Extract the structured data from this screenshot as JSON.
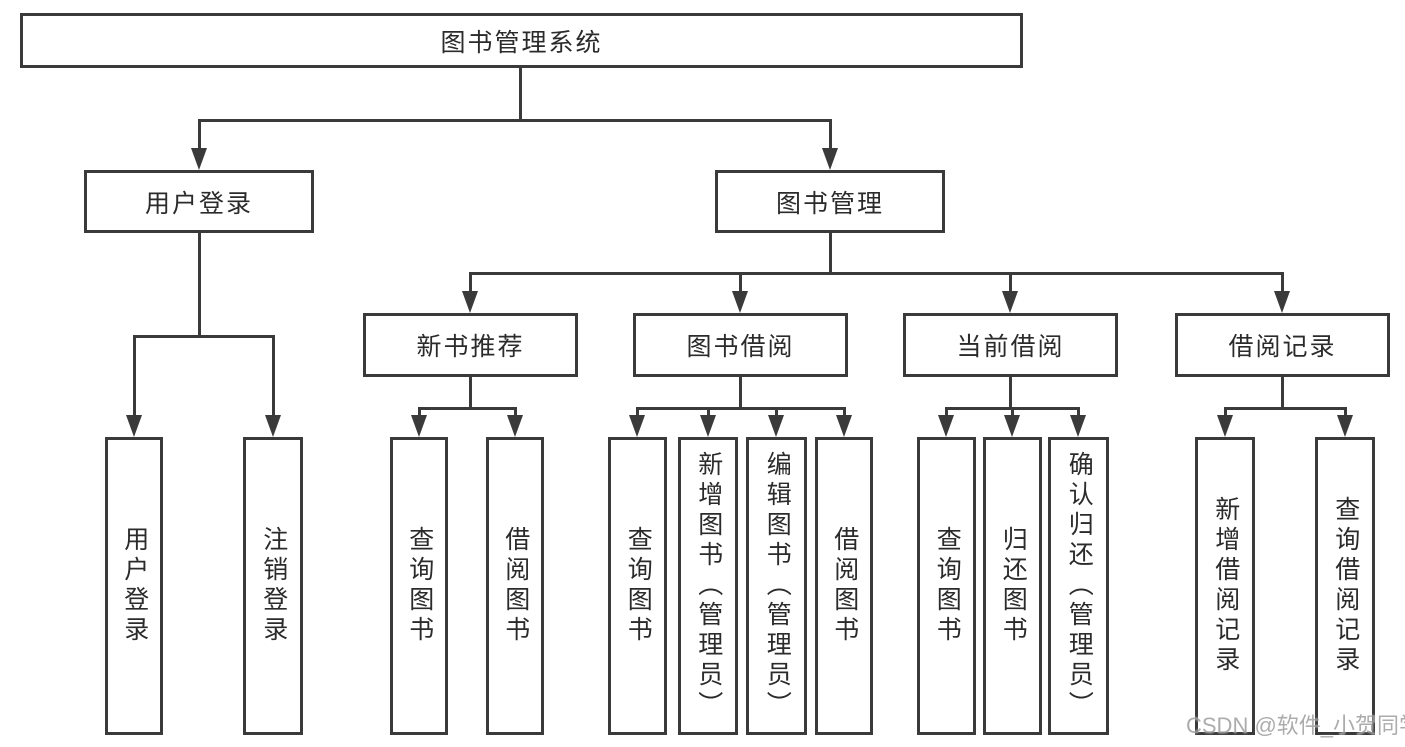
{
  "tree": {
    "root": {
      "label": "图书管理系统"
    },
    "branches": [
      {
        "label": "用户登录",
        "children": [
          {
            "label": "用户登录"
          },
          {
            "label": "注销登录"
          }
        ]
      },
      {
        "label": "图书管理",
        "children": [
          {
            "label": "新书推荐",
            "children": [
              {
                "label": "查询图书"
              },
              {
                "label": "借阅图书"
              }
            ]
          },
          {
            "label": "图书借阅",
            "children": [
              {
                "label": "查询图书"
              },
              {
                "label": "新增图书（管理员）"
              },
              {
                "label": "编辑图书（管理员）"
              },
              {
                "label": "借阅图书"
              }
            ]
          },
          {
            "label": "当前借阅",
            "children": [
              {
                "label": "查询图书"
              },
              {
                "label": "归还图书"
              },
              {
                "label": "确认归还（管理员）"
              }
            ]
          },
          {
            "label": "借阅记录",
            "children": [
              {
                "label": "新增借阅记录"
              },
              {
                "label": "查询借阅记录"
              }
            ]
          }
        ]
      }
    ]
  },
  "watermark": {
    "text": "CSDN @软件_小贺同学"
  },
  "colors": {
    "line": "#3a3a3a",
    "text": "#2b2b2b",
    "watermark": "#9e9e9e",
    "background": "#ffffff"
  }
}
